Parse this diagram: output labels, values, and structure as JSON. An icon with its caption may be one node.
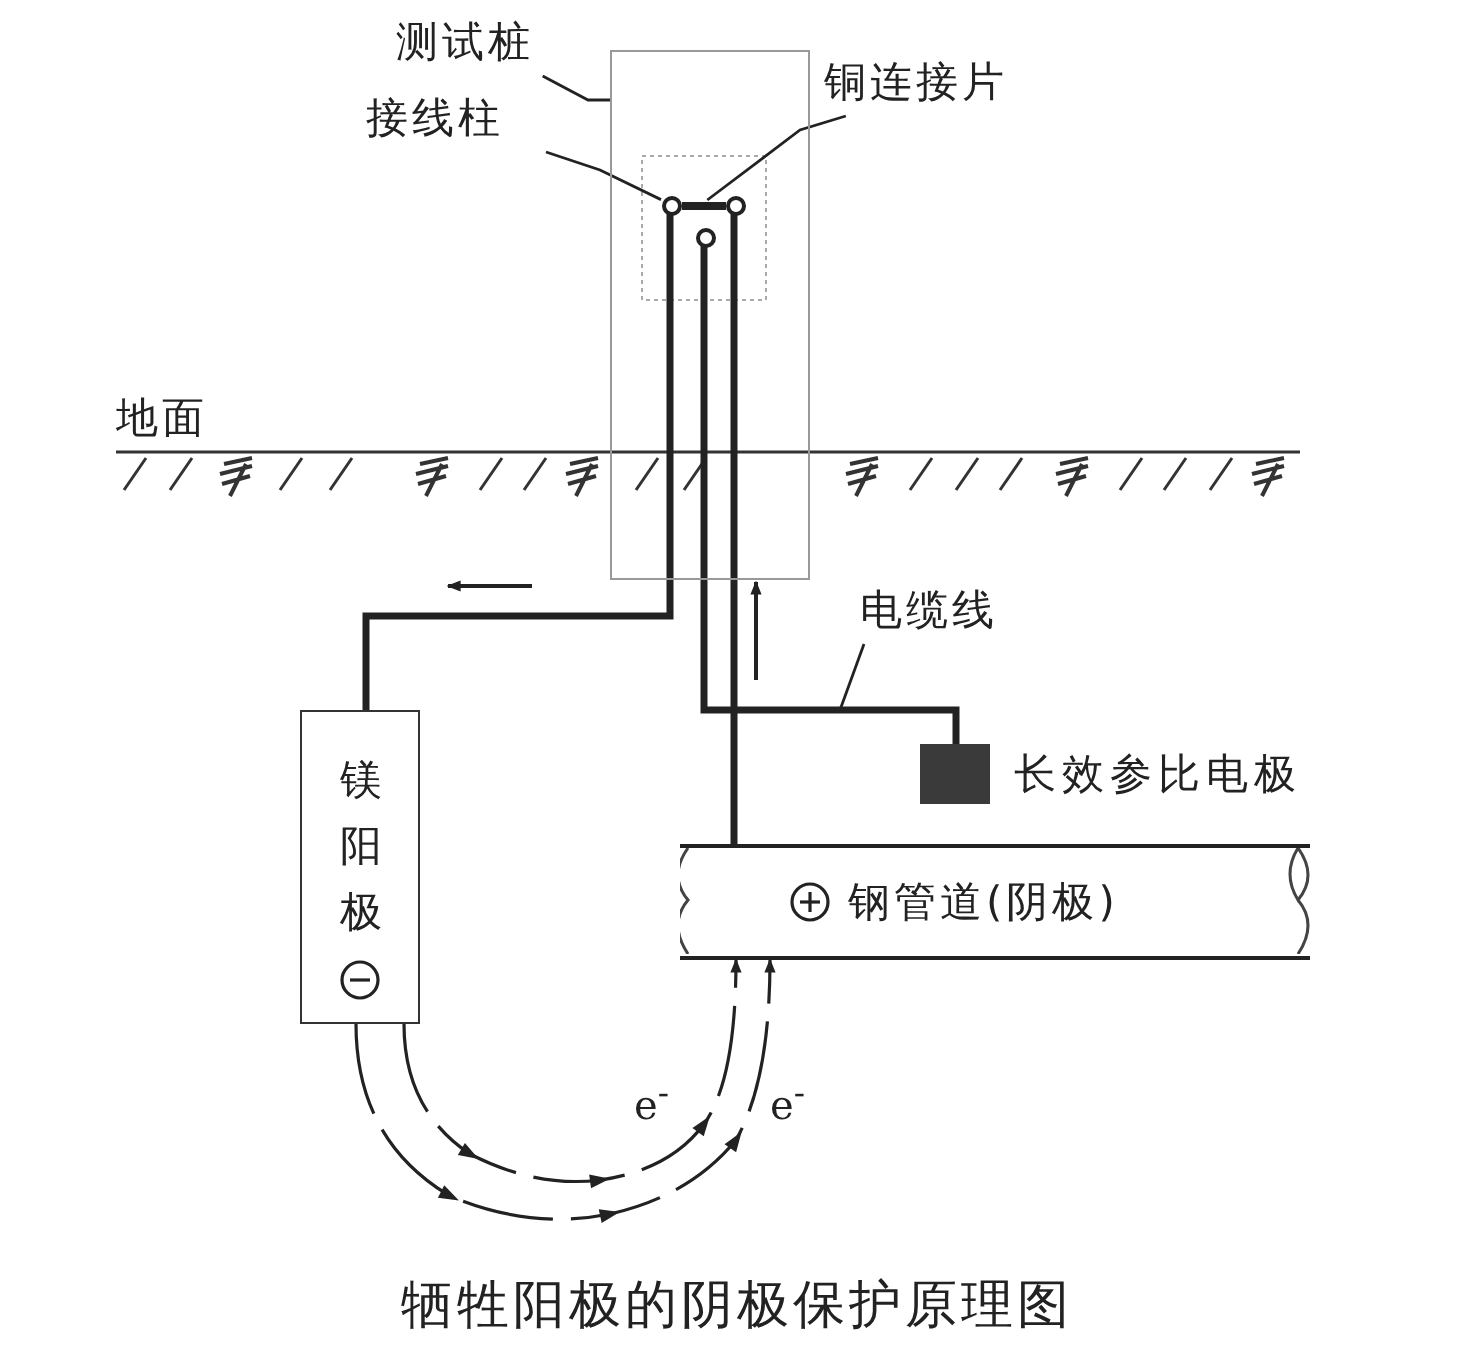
{
  "diagram": {
    "caption": "牺牲阳极的阴极保护原理图",
    "nodes": [
      {
        "text": [],
        "shape": "box"
      },
      {
        "text": [
          "测试桩"
        ]
      },
      {
        "text": [
          "接线柱"
        ]
      },
      {
        "text": [
          "铜连接片"
        ]
      },
      {
        "text": [],
        "shape": "circle",
        "in": 0
      },
      {
        "text": [],
        "shape": "bar",
        "in": 0
      },
      {
        "text": [],
        "shape": "circle",
        "in": 0
      },
      {
        "text": [],
        "shape": "circle",
        "in": 0
      },
      {
        "text": [
          "镁阳极"
        ]
      },
      {
        "text": [],
        "shape": "box",
        "beside": [
          "长效参比电极"
        ]
      },
      {
        "text": [
          "钢管道(阴极)"
        ]
      },
      {
        "text": [
          "电缆线"
        ]
      }
    ],
    "edges": [
      {
        "from": 1,
        "to": 0,
        "arrow": "none"
      },
      {
        "from": 2,
        "to": 4,
        "arrow": "none"
      },
      {
        "from": 3,
        "to": 5,
        "arrow": "none"
      },
      {
        "from": 11,
        "to": null,
        "arrow": "none"
      },
      {
        "from": 4,
        "to": 8,
        "arrow": "none",
        "style": "thick"
      },
      {
        "from": 7,
        "to": 9,
        "arrow": "none",
        "style": "thick"
      },
      {
        "from": 6,
        "to": 10,
        "arrow": "none",
        "style": "thick"
      },
      {
        "from": 8,
        "to": 10,
        "arrow": "to",
        "style": "dashed",
        "label": "e$^{-}$"
      },
      {
        "from": 8,
        "to": 10,
        "arrow": "to",
        "style": "dashed",
        "label": "e$^{-}$"
      }
    ],
    "labels": [
      "地面"
    ]
  }
}
